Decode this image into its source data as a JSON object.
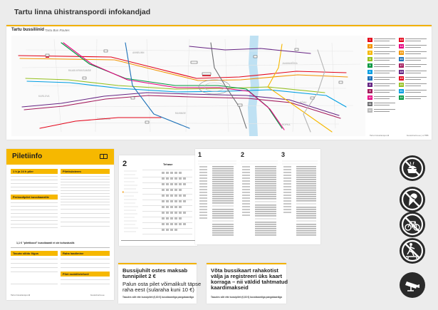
{
  "page": {
    "title": "Tartu linna ühistranspordi infokandjad"
  },
  "map_poster": {
    "title": "Tartu bussiliinid",
    "subtitle": "Tartu Bus Routes",
    "footer_left": "Tartu linnatranspordi",
    "footer_right": "bussid.tartu.ee  |  ● TBB",
    "route_colors": [
      "#e3061b",
      "#f29400",
      "#f6b800",
      "#95c11f",
      "#00963f",
      "#009ee3",
      "#1d71b8",
      "#662483",
      "#a3195b",
      "#e6007e",
      "#6d6e71",
      "#b5b5b5"
    ]
  },
  "ticket_info": {
    "title": "Piletiinfo",
    "box_single": "1 h ja 24 h piler",
    "box_rules": "Piletisüsteem",
    "box_period": "Perioodipilet bussikaardile",
    "box_note": "1,1 € \"piletikood\" bussikaardi ei ole kohustuslik",
    "box_hours": "Tasuta sõidu õigus",
    "box_prices": "Raha laadimine",
    "box_apps": "Pilet mobiiltelefonil",
    "foot_left": "Tartu linnatranspordi",
    "foot_right": "bussid.tartu.ee"
  },
  "timetables": {
    "main_number": "2",
    "main_stop": "Tehase",
    "numbers": [
      "1",
      "2",
      "3"
    ]
  },
  "notices": [
    {
      "title_1": "Bussijuhilt ostes maksab",
      "title_2": "tunnipilet 2 €",
      "sub_1": "Palun osta pilet võimalikult täpse",
      "sub_2": "raha eest (sularaha kuni 10 €)",
      "footer": "Tasudes sõit ette bussipileti (0,83 €) bussikaardiga pangakaardiga"
    },
    {
      "title_1": "Võta bussikaart rahakotist",
      "title_2": "välja ja registreeri üks kaart",
      "title_3": "korraga – nii väldid tahtmatud",
      "title_4": "kaardimakseid",
      "footer": "Tasudes sõit ette bussipileti (0,83 €) bussikaardiga pangakaardiga"
    }
  ],
  "signs": {
    "icons": [
      "no-eating-icon",
      "no-ice-cream-icon",
      "no-bicycle-icon",
      "no-skateboard-icon",
      "cctv-icon"
    ]
  }
}
